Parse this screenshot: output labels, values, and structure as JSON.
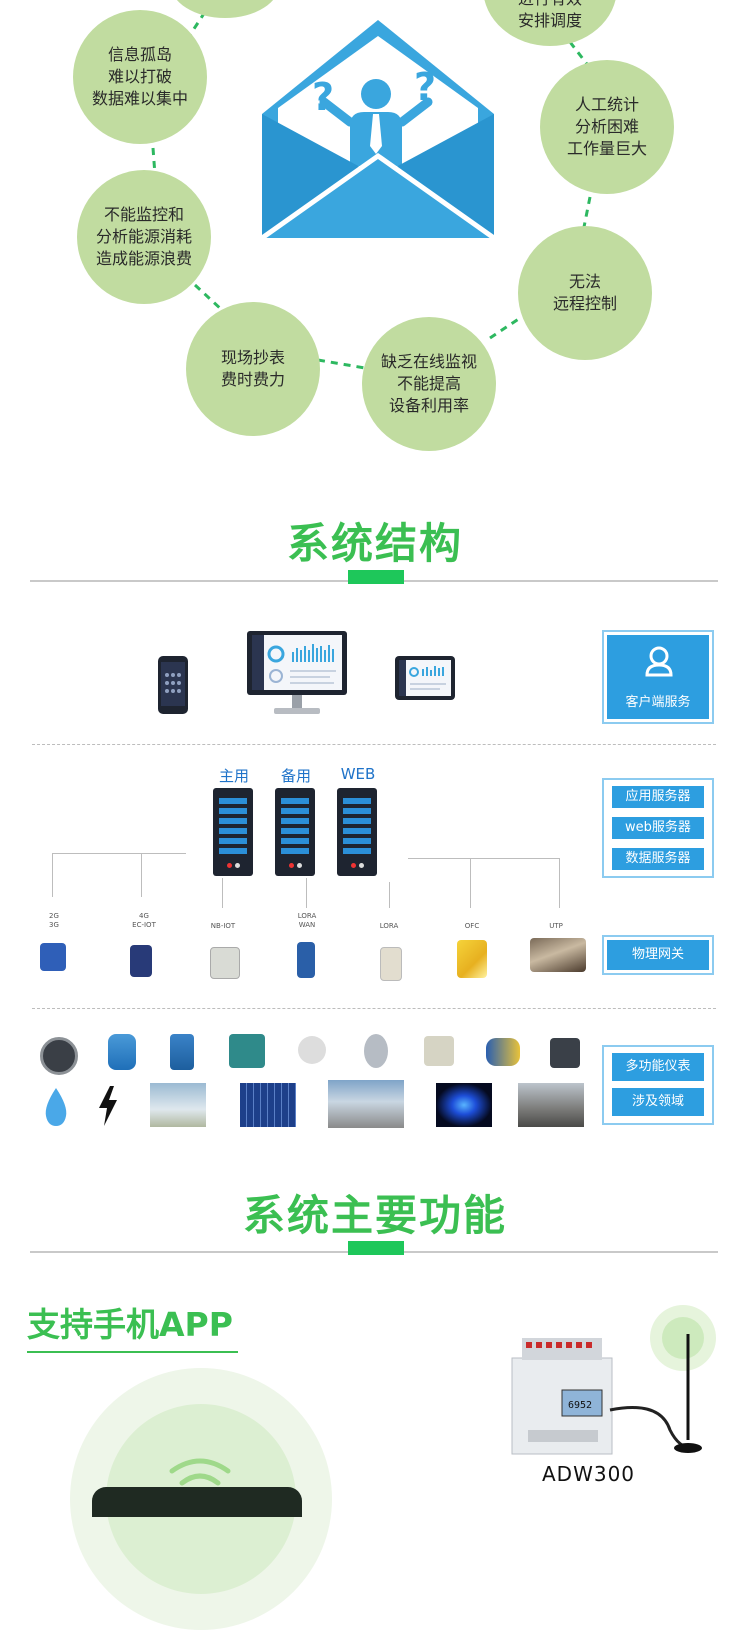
{
  "problems": {
    "bubbles": [
      {
        "lines": [
          "信息孤岛",
          "难以打破",
          "数据难以集中"
        ]
      },
      {
        "lines": [
          "不能监控和",
          "分析能源消耗",
          "造成能源浪费"
        ]
      },
      {
        "lines": [
          "现场抄表",
          "费时费力"
        ]
      },
      {
        "lines": [
          "缺乏在线监视",
          "不能提高",
          "设备利用率"
        ]
      },
      {
        "lines": [
          "无法",
          "远程控制"
        ]
      },
      {
        "lines": [
          "人工统计",
          "分析困难",
          "工作量巨大"
        ]
      },
      {
        "lines": [
          "进行有效",
          "安排调度"
        ]
      }
    ]
  },
  "structure": {
    "title": "系统结构",
    "servers": [
      "主用",
      "备用",
      "WEB"
    ],
    "tags": {
      "client": "客户端服务",
      "app_server": "应用服务器",
      "web_server": "web服务器",
      "data_server": "数据服务器",
      "gateway": "物理网关",
      "meters": "多功能仪表",
      "fields": "涉及领域"
    },
    "gateways": [
      {
        "label": "2G\n3G"
      },
      {
        "label": "4G\nEC-IOT"
      },
      {
        "label": "NB-IOT"
      },
      {
        "label": "LORA\nWAN"
      },
      {
        "label": "LORA"
      },
      {
        "label": "OFC"
      },
      {
        "label": "UTP"
      }
    ]
  },
  "functions": {
    "title": "系统主要功能",
    "app_heading": "支持手机APP",
    "device_model": "ADW300"
  },
  "colors": {
    "green": "#3bbf52",
    "bubble": "#c1dca0",
    "blue": "#2d9ee0"
  }
}
